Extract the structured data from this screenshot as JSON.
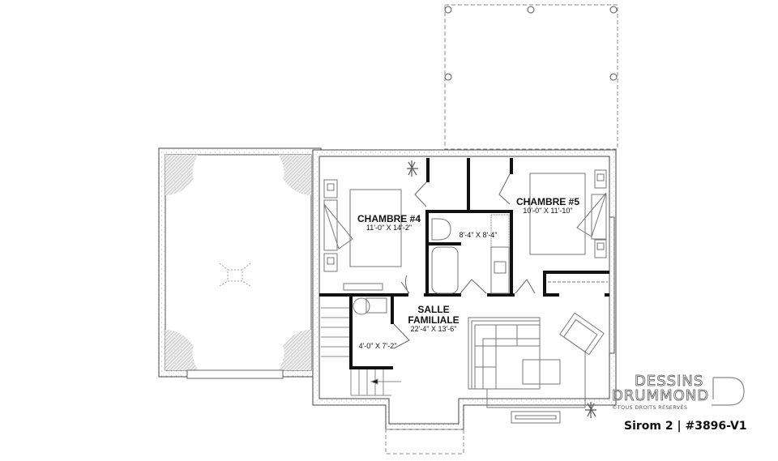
{
  "plan": {
    "rooms": [
      {
        "id": "chambre4",
        "name": "CHAMBRE #4",
        "dimensions": "11'-0\" X 14'-2\""
      },
      {
        "id": "chambre5",
        "name": "CHAMBRE #5",
        "dimensions": "10'-0\" X 11'-10\""
      },
      {
        "id": "bathroom",
        "name": "",
        "dimensions": "8'-4\" X 8'-4\""
      },
      {
        "id": "salle",
        "name_line1": "SALLE",
        "name_line2": "FAMILIALE",
        "dimensions": "22'-4\" X 13'-6\""
      },
      {
        "id": "powder",
        "name": "",
        "dimensions": "4'-0\" X 7'-2\""
      }
    ]
  },
  "brand": {
    "line1": "DESSINS",
    "line2": "DRUMMOND",
    "copyright": "©TOUS DROITS RÉSERVÉS",
    "plan_id": "Sirom 2 | #3896-V1"
  },
  "colors": {
    "wall": "#111111",
    "line": "#555555",
    "fill": "#e8e8e8"
  }
}
